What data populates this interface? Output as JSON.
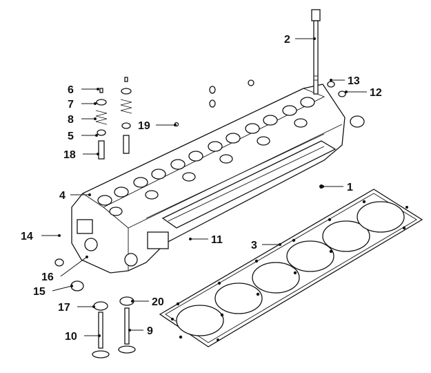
{
  "corner_mark": "",
  "callouts": [
    {
      "id": "1",
      "label": "1"
    },
    {
      "id": "2",
      "label": "2"
    },
    {
      "id": "3",
      "label": "3"
    },
    {
      "id": "4",
      "label": "4"
    },
    {
      "id": "5",
      "label": "5"
    },
    {
      "id": "6",
      "label": "6"
    },
    {
      "id": "7",
      "label": "7"
    },
    {
      "id": "8",
      "label": "8"
    },
    {
      "id": "9",
      "label": "9"
    },
    {
      "id": "10",
      "label": "10"
    },
    {
      "id": "11",
      "label": "11"
    },
    {
      "id": "12",
      "label": "12"
    },
    {
      "id": "13",
      "label": "13"
    },
    {
      "id": "14",
      "label": "14"
    },
    {
      "id": "15",
      "label": "15"
    },
    {
      "id": "16",
      "label": "16"
    },
    {
      "id": "17",
      "label": "17"
    },
    {
      "id": "18",
      "label": "18"
    },
    {
      "id": "19",
      "label": "19"
    },
    {
      "id": "20",
      "label": "20"
    }
  ]
}
